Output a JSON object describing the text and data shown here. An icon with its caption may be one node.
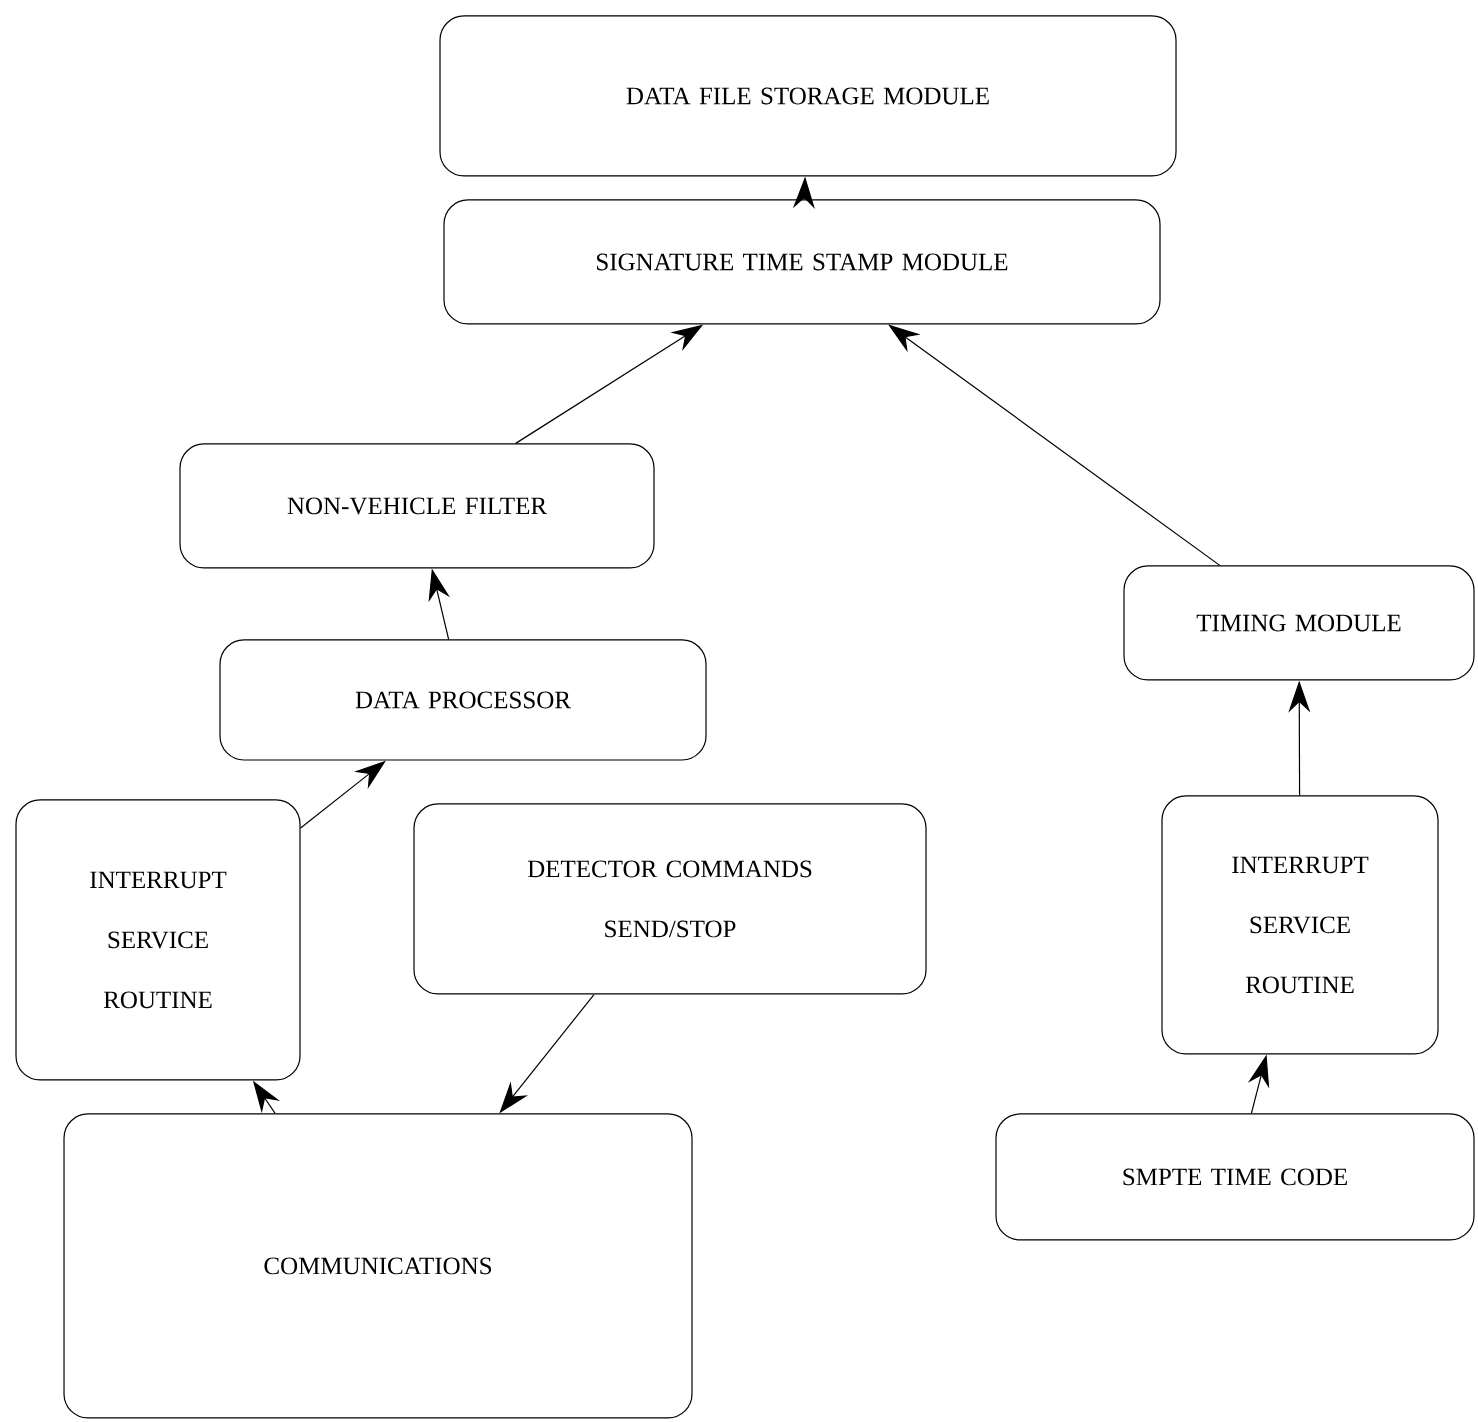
{
  "diagram": {
    "nodes": [
      {
        "text": [
          "DATA FILE STORAGE MODULE"
        ]
      },
      {
        "text": [
          "SIGNATURE TIME STAMP MODULE"
        ]
      },
      {
        "text": [
          "NON-VEHICLE FILTER"
        ]
      },
      {
        "text": [
          "DATA PROCESSOR"
        ]
      },
      {
        "text": [
          "INTERRUPT SERVICE ROUTINE"
        ]
      },
      {
        "text": [
          "DETECTOR COMMANDS SEND/STOP"
        ]
      },
      {
        "text": [
          "COMMUNICATIONS"
        ]
      },
      {
        "text": [
          "TIMING MODULE"
        ]
      },
      {
        "text": [
          "INTERRUPT SERVICE ROUTINE"
        ]
      },
      {
        "text": [
          "SMPTE TIME CODE"
        ]
      }
    ],
    "edges": [
      {
        "from": 1,
        "to": 0,
        "arrow": "to"
      },
      {
        "from": 2,
        "to": 1,
        "arrow": "to"
      },
      {
        "from": 3,
        "to": 2,
        "arrow": "to"
      },
      {
        "from": 4,
        "to": 3,
        "arrow": "to"
      },
      {
        "from": 6,
        "to": 4,
        "arrow": "to"
      },
      {
        "from": 5,
        "to": 6,
        "arrow": "to"
      },
      {
        "from": 9,
        "to": 8,
        "arrow": "to"
      },
      {
        "from": 8,
        "to": 7,
        "arrow": "to"
      },
      {
        "from": 7,
        "to": 1,
        "arrow": "to"
      }
    ]
  }
}
